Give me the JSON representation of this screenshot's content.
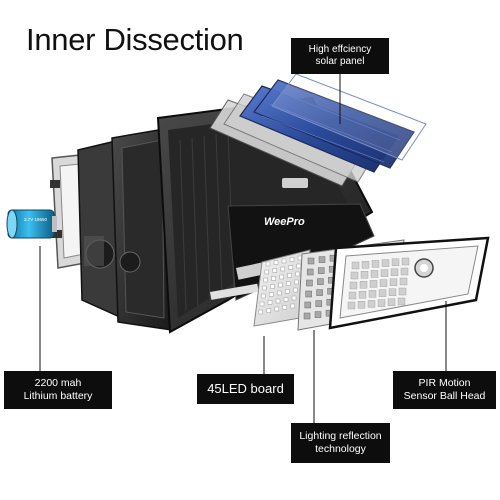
{
  "title": "Inner Dissection",
  "brand_logo": "WeePro",
  "battery_print": "3.7V 18650",
  "callouts": {
    "solar": {
      "line1": "High effciency",
      "line2": "solar panel"
    },
    "battery": {
      "line1": "2200 mah",
      "line2": "Lithium battery"
    },
    "led": {
      "line1": "45LED board"
    },
    "pir": {
      "line1": "PIR Motion",
      "line2": "Sensor Ball Head"
    },
    "reflection": {
      "line1": "Lighting reflection",
      "line2": "technology"
    }
  },
  "icons": [
    "solar-panel-icon",
    "battery-icon",
    "led-board-icon",
    "reflector-icon",
    "pir-sensor-icon"
  ],
  "colors": {
    "callout_bg": "#0d0d0d",
    "callout_text": "#ffffff",
    "housing": "#2b2b2b",
    "solar_cell": "#2f4f9c",
    "battery": "#1da3d6"
  }
}
